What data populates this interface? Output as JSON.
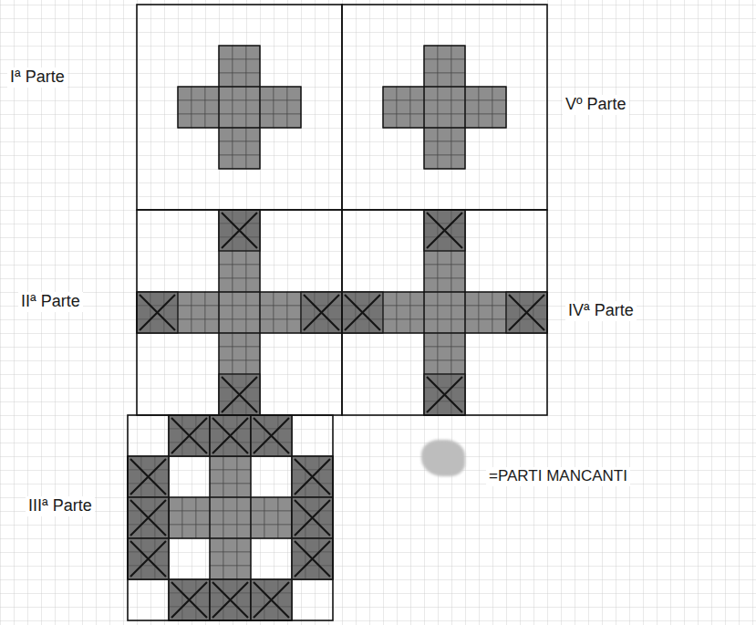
{
  "diagram": {
    "labels": [
      "Iª Parte",
      "Vº Parte",
      "IIª Parte",
      "IVª Parte",
      "IIIª Parte"
    ],
    "legend": [
      {
        "text": "=PARTI MANCANTI",
        "color": "#bdbdbd"
      }
    ]
  }
}
